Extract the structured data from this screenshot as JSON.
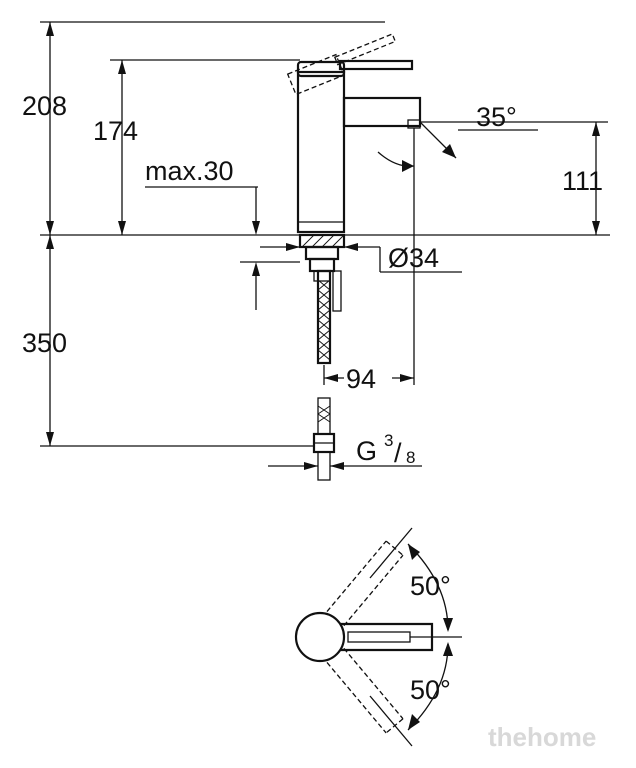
{
  "dimensions": {
    "total_height": "208",
    "spout_height": "174",
    "max_thickness": "max.30",
    "lever_angle": "35°",
    "outlet_height": "111",
    "hole_diameter": "Ø34",
    "below_surface": "350",
    "projection": "94",
    "thread_G": "G",
    "thread_num": "3",
    "thread_slash": "/",
    "thread_den": "8",
    "swing_up": "50°",
    "swing_down": "50°"
  },
  "watermark": "thehome"
}
